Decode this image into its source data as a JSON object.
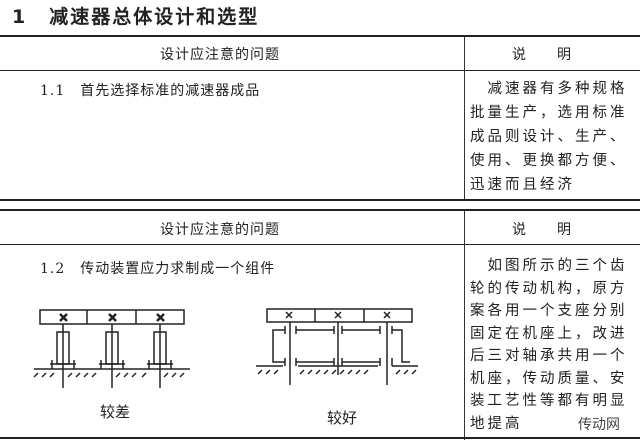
{
  "section": {
    "number": "1",
    "title": "减速器总体设计和选型"
  },
  "table1": {
    "headers": [
      "设计应注意的问题",
      "说　　明"
    ],
    "row": {
      "item": "1.1　首先选择标准的减速器成品",
      "description_lines": [
        "　减速器有多种规格",
        "批量生产，选用标准",
        "成品则设计、生产、",
        "使用、更换都方便、",
        "迅速而且经济"
      ]
    }
  },
  "table2": {
    "headers": [
      "设计应注意的问题",
      "说　　明"
    ],
    "row": {
      "item": "1.2　传动装置应力求制成一个组件",
      "figure_captions": [
        "较差",
        "较好"
      ],
      "description_lines": [
        "　如图所示的三个齿",
        "轮的传动机构，原方",
        "案各用一个支座分别",
        "固定在机座上，改进",
        "后三对轴承共用一个",
        "机座，传动质量、安",
        "装工艺性等都有明显",
        "地提高"
      ]
    }
  },
  "watermark": "传动网"
}
